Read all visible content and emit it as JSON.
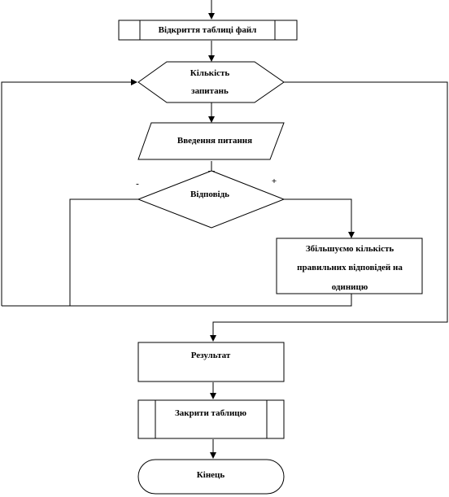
{
  "flowchart": {
    "open_file": "Відкриття таблиці файл",
    "question_count": [
      "Кількість",
      "запитань"
    ],
    "input_question": "Введення питання",
    "answer": "Відповідь",
    "branch_minus": "-",
    "branch_plus": "+",
    "increase_count": [
      "Збільшуємо кількість",
      "правильних відповідей на",
      "одиницю"
    ],
    "result": "Результат",
    "close_table": "Закрити таблицю",
    "end": "Кінець"
  }
}
